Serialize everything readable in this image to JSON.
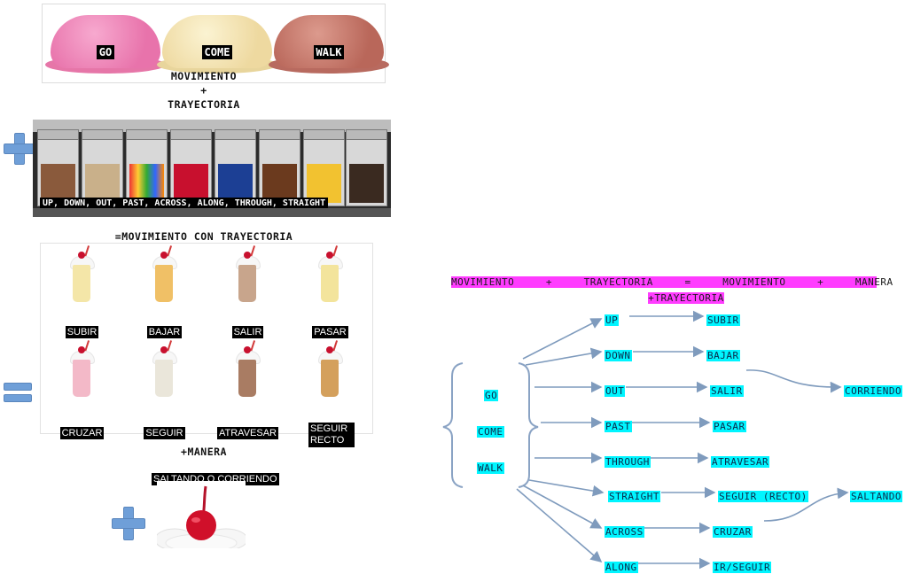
{
  "scoops": [
    {
      "label": "GO",
      "color": "#f087b8"
    },
    {
      "label": "COME",
      "color": "#f1e2b4"
    },
    {
      "label": "WALK",
      "color": "#c7786b"
    }
  ],
  "caption1_line1": "MOVIMIENTO",
  "caption1_line2": "+",
  "caption1_line3": "TRAYECTORIA",
  "candy_text": "UP,  DOWN, OUT, PAST,  ACROSS,  ALONG, THROUGH, STRAIGHT",
  "caption2": "=MOVIMIENTO CON TRAYECTORIA",
  "shakes": [
    {
      "label": "SUBIR",
      "color": "#f4e6a8"
    },
    {
      "label": "BAJAR",
      "color": "#f0c066"
    },
    {
      "label": "SALIR",
      "color": "#c8a58c"
    },
    {
      "label": "PASAR",
      "color": "#f3e49c"
    },
    {
      "label": "CRUZAR",
      "color": "#f3b9c8"
    },
    {
      "label": "SEGUIR",
      "color": "#eae6da"
    },
    {
      "label": "ATRAVESAR",
      "color": "#a97c63"
    },
    {
      "label": "SEGUIR RECTO",
      "color": "#d4a05c"
    }
  ],
  "caption3": "+MANERA",
  "cherry_label": "SALTANDO O CORRIENDO",
  "diagram": {
    "header_line1": "MOVIMIENTO     +     TRAYECTORIA     =     MOVIMIENTO     +     MANERA",
    "header_line2": "+TRAYECTORIA",
    "verbs": [
      "GO",
      "COME",
      "WALK"
    ],
    "paths": [
      "UP",
      "DOWN",
      "OUT",
      "PAST",
      "THROUGH",
      "STRAIGHT",
      "ACROSS",
      "ALONG"
    ],
    "spanish": [
      "SUBIR",
      "BAJAR",
      "SALIR",
      "PASAR",
      "ATRAVESAR",
      "SEGUIR (RECTO)",
      "CRUZAR",
      "IR/SEGUIR"
    ],
    "manner_1": "CORRIENDO",
    "manner_2": "SALTANDO"
  },
  "colors": {
    "cyan_highlight": "#00f5ff",
    "magenta_highlight": "#ff3cff",
    "arrow": "#7f9bbd",
    "icon_blue": "#6f9fd8"
  }
}
